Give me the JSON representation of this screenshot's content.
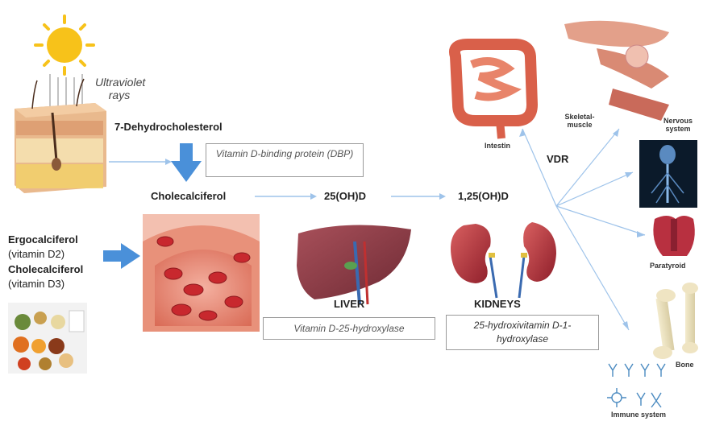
{
  "labels": {
    "uv": "Ultraviolet rays",
    "dehydro": "7-Dehydrocholesterol",
    "cholecalciferol": "Cholecalciferol",
    "oh25": "25(OH)D",
    "oh125": "1,25(OH)D",
    "vdr": "VDR",
    "liver": "LIVER",
    "kidneys": "KIDNEYS",
    "ergo_title": "Ergocalciferol",
    "ergo_sub": "(vitamin D2)",
    "chole_title": "Cholecalciferol",
    "chole_sub": "(vitamin D3)"
  },
  "boxes": {
    "dbp": "Vitamin D-binding protein (DBP)",
    "hydroxylase25": "Vitamin D-25-hydroxylase",
    "hydroxylase1": "25-hydroxivitamin D-1-hydroxylase"
  },
  "targets": {
    "intestin": "Intestin",
    "skeletal": "Skeletal-muscle",
    "nervous": "Nervous system",
    "paratyroid": "Paratyroid",
    "bone": "Bone",
    "immune": "Immune system"
  },
  "colors": {
    "arrow_blue": "#4a90d9",
    "line_blue": "#9ec3ea",
    "sun": "#f7c21a"
  }
}
